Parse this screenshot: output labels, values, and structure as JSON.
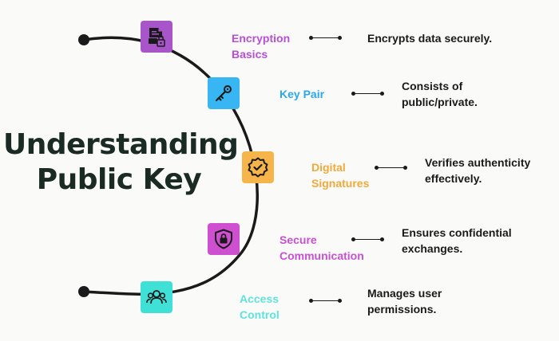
{
  "title": {
    "line1": "Understanding",
    "line2": "Public Key"
  },
  "steps": [
    {
      "label1": "Encryption",
      "label2": "Basics",
      "desc1": "Encrypts data securely.",
      "desc2": "",
      "tile_color": "#a855c9",
      "label_color": "#b84fd6",
      "icon": "document-lock-icon"
    },
    {
      "label1": "Key Pair",
      "label2": "",
      "desc1": "Consists of",
      "desc2": "public/private.",
      "tile_color": "#38b6f4",
      "label_color": "#2aa8ea",
      "icon": "key-icon"
    },
    {
      "label1": "Digital",
      "label2": "Signatures",
      "desc1": "Verifies authenticity",
      "desc2": "effectively.",
      "tile_color": "#f6b54a",
      "label_color": "#f2a93b",
      "icon": "verified-badge-icon"
    },
    {
      "label1": "Secure",
      "label2": "Communication",
      "desc1": "Ensures confidential",
      "desc2": "exchanges.",
      "tile_color": "#cf4fd1",
      "label_color": "#c94fd3",
      "icon": "shield-lock-icon"
    },
    {
      "label1": "Access",
      "label2": "Control",
      "desc1": "Manages user",
      "desc2": "permissions.",
      "tile_color": "#3fe0d6",
      "label_color": "#5fe3dc",
      "icon": "users-icon"
    }
  ]
}
